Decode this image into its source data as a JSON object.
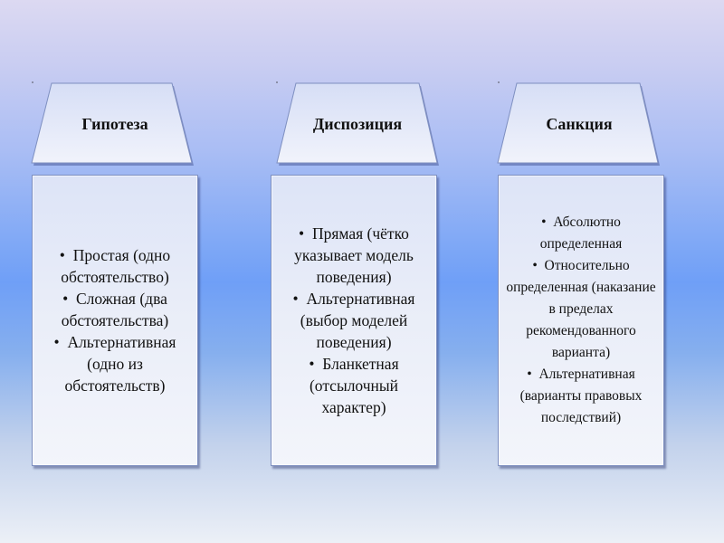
{
  "columns": [
    {
      "title": "Гипотеза",
      "items": [
        "Простая (одно обстоятельство)",
        "Сложная (два обстоятельства)",
        "Альтернативная (одно из обстоятельств)"
      ]
    },
    {
      "title": "Диспозиция",
      "items": [
        "Прямая (чётко указывает модель поведения)",
        "Альтернативная (выбор моделей поведения)",
        "Бланкетная (отсылочный характер)"
      ]
    },
    {
      "title": "Санкция",
      "items": [
        "Абсолютно определенная",
        "Относительно определенная (наказание в пределах рекомендованного варианта)",
        "Альтернативная (варианты правовых последствий)"
      ]
    }
  ],
  "colors": {
    "shape_fill": "#e8ecf8",
    "shape_border": "#7e8fc0"
  }
}
